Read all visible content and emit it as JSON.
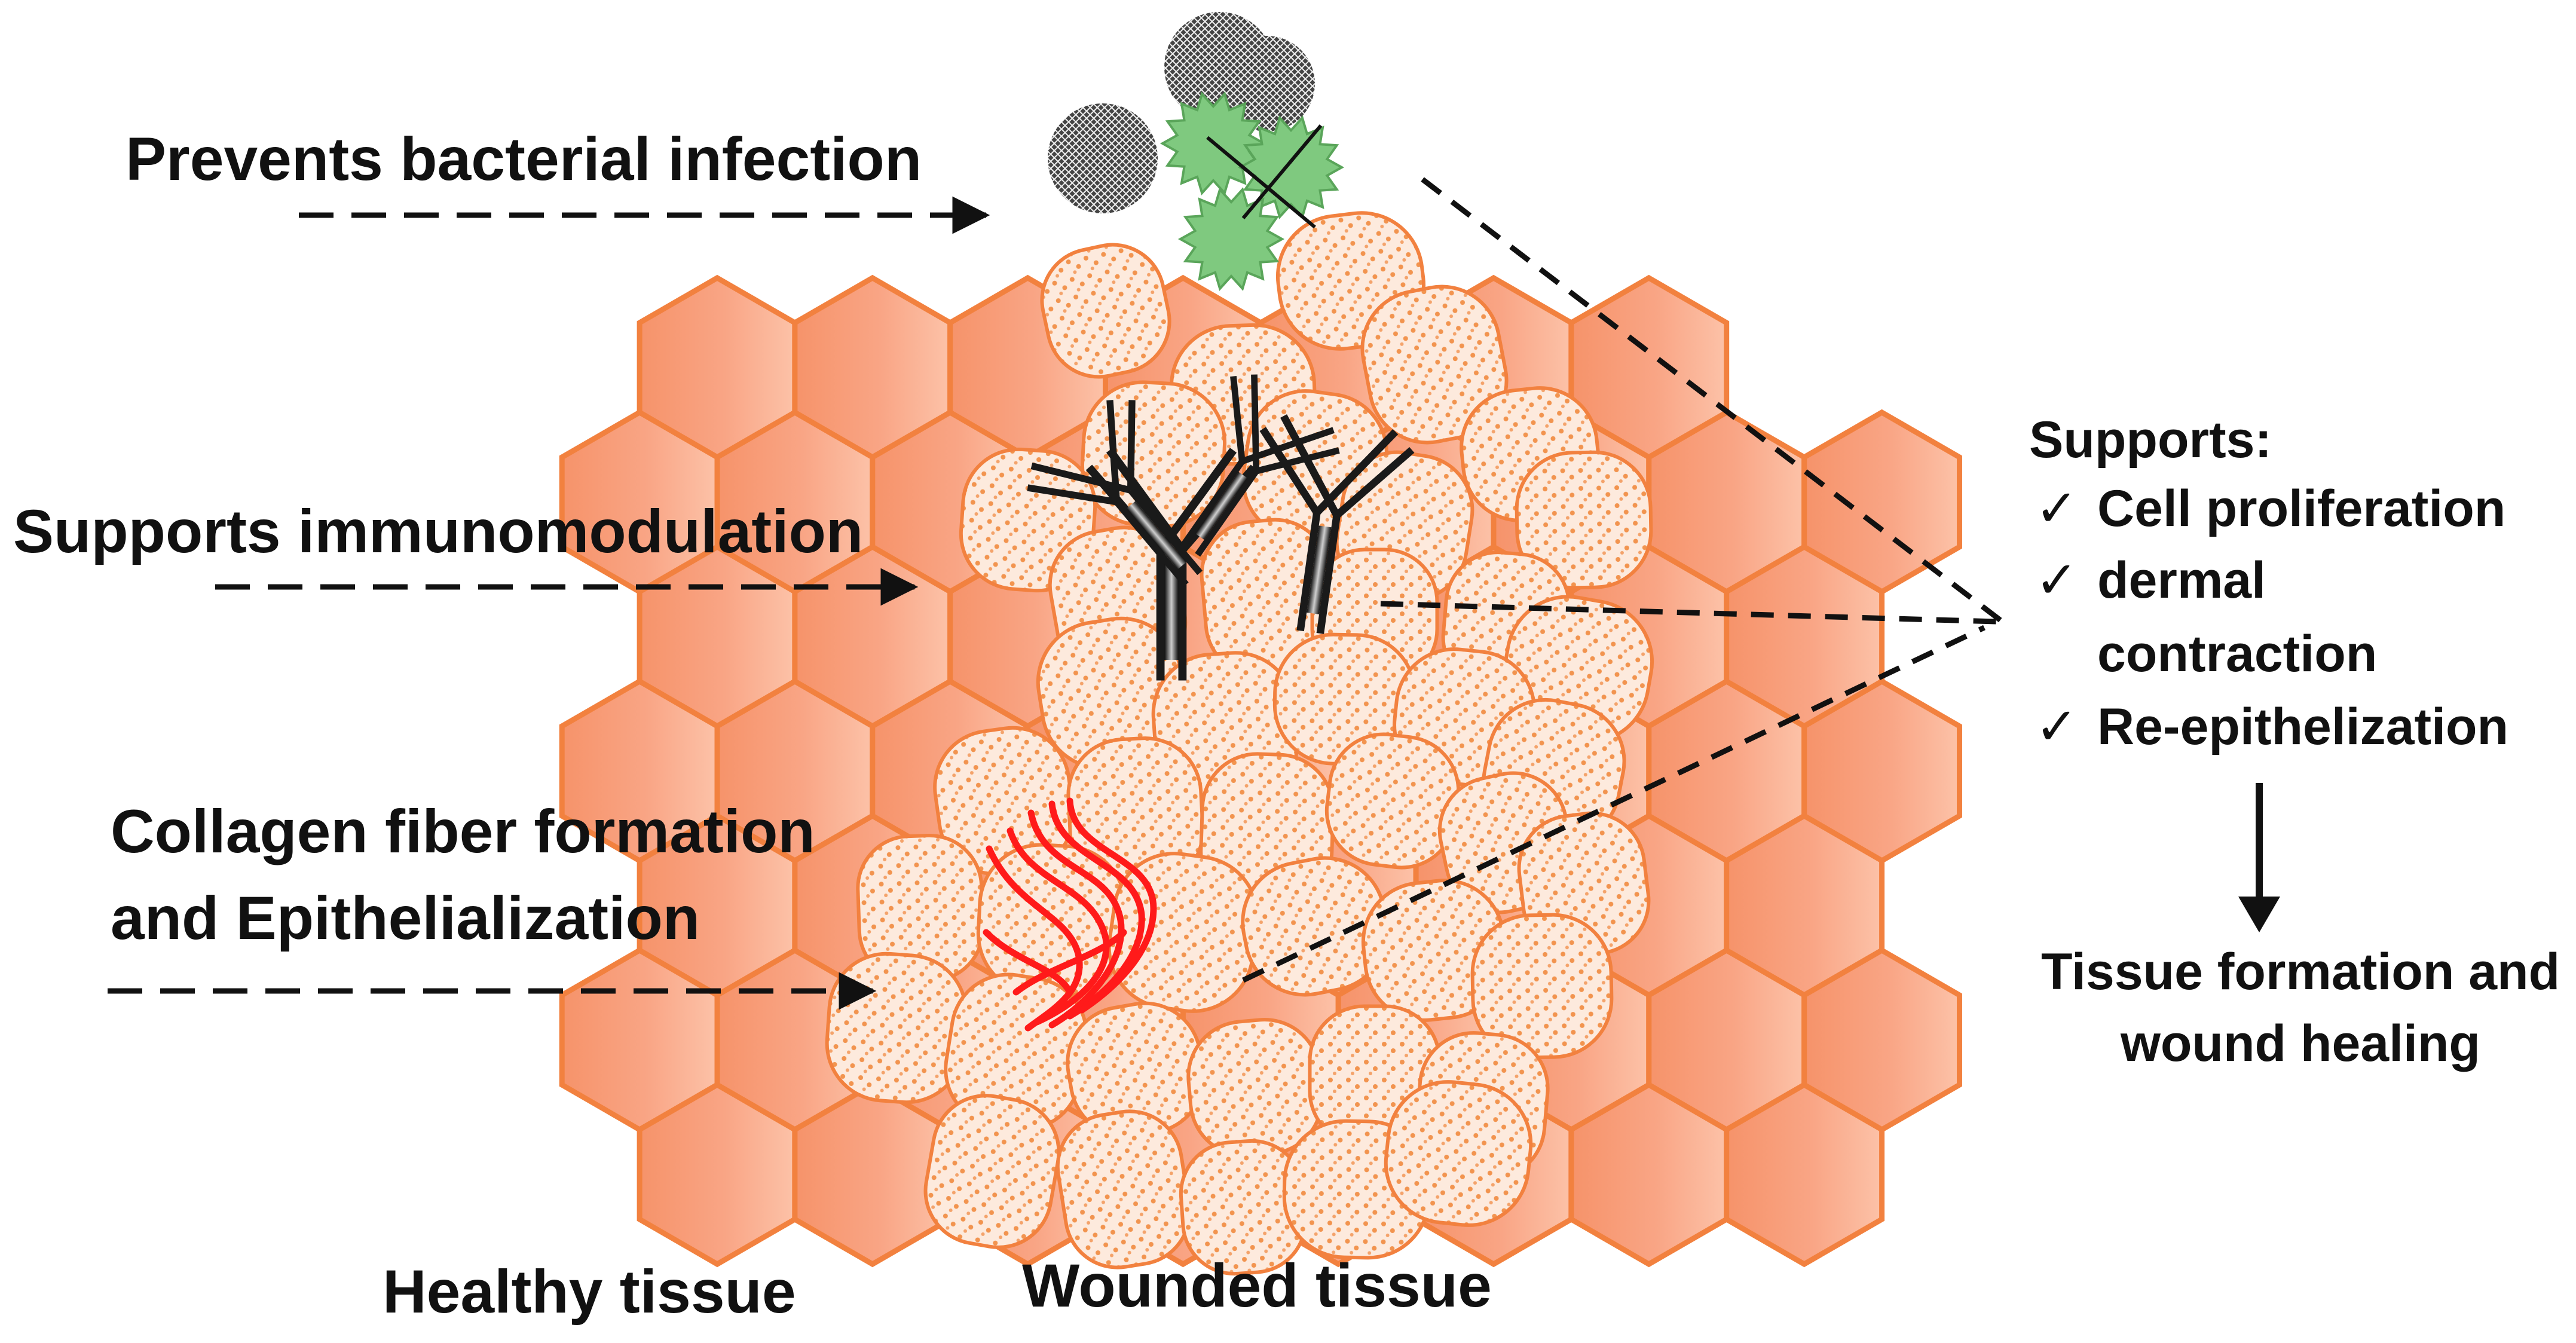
{
  "labels": {
    "bacterial": "Prevents bacterial infection",
    "immuno": "Supports immunomodulation",
    "collagen_line1": "Collagen fiber formation",
    "collagen_line2": "and Epithelialization",
    "healthy": "Healthy tissue",
    "wounded": "Wounded tissue",
    "supports_title": "Supports:",
    "check_mark": "✓",
    "support_items": [
      "Cell proliferation",
      "dermal",
      "contraction",
      "Re-epithelization"
    ],
    "outcome_line1": "Tissue formation and",
    "outcome_line2": "wound healing"
  },
  "colors": {
    "healthy_hex_fill": "#f8a07a",
    "hex_stroke": "#f2813f",
    "cell_fill": "#fde9dc",
    "cell_dots": "#f2944f",
    "bacteria": "#7fc97f",
    "particle": "#2b2b2b",
    "antibody": "#1a1a1a",
    "collagen": "#ff1a1a"
  },
  "icons": [
    "bacteria-icon",
    "particle-icon",
    "antibody-icon",
    "collagen-fiber-icon",
    "arrow-down-icon"
  ]
}
